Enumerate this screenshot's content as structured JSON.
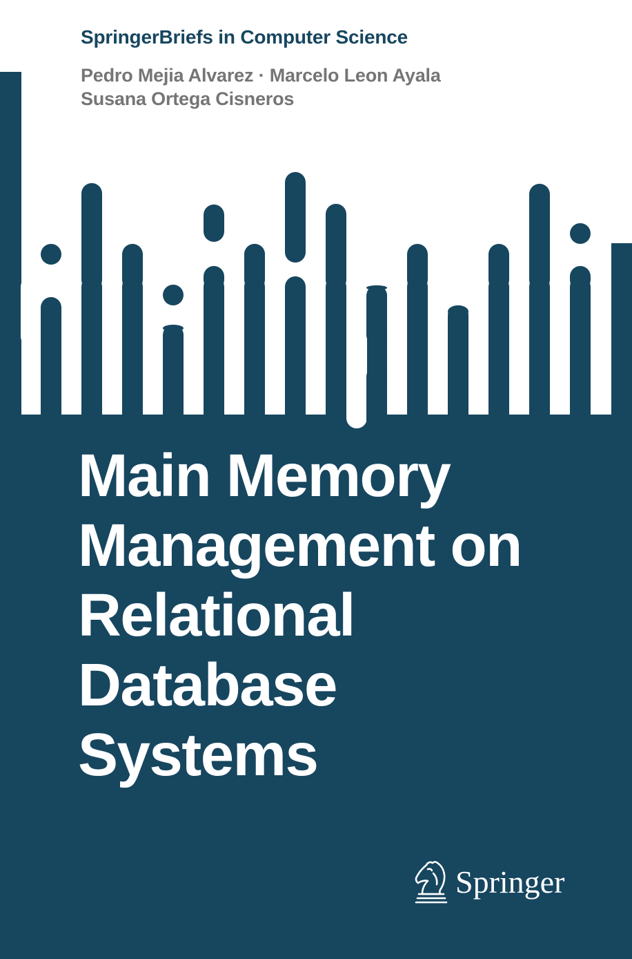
{
  "cover": {
    "series": "SpringerBriefs in Computer Science",
    "authors": [
      "Pedro Mejia Alvarez · Marcelo Leon Ayala",
      "Susana Ortega Cisneros"
    ],
    "title_lines": [
      "Main Memory",
      "Management on",
      "Relational",
      "Database",
      "Systems"
    ],
    "publisher": "Springer"
  },
  "colors": {
    "background": "#ffffff",
    "band": "#17465f",
    "series_text": "#17465f",
    "author_text": "#757575",
    "title_text": "#ffffff",
    "publisher_text": "#ffffff"
  },
  "icons": {
    "band_motif": "rounded-bars-waveform",
    "publisher_logo": "springer-chess-knight-icon"
  }
}
